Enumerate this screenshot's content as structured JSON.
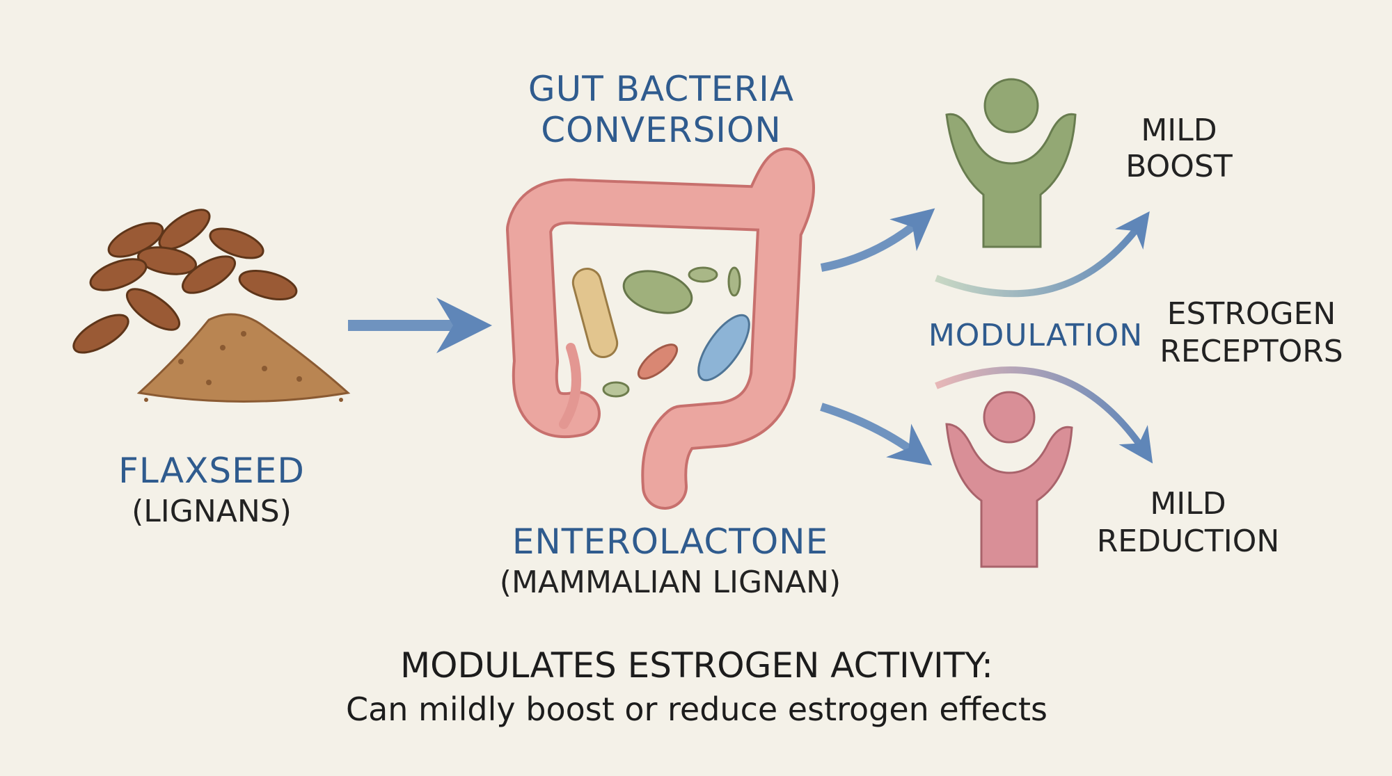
{
  "labels": {
    "gut_title": [
      "GUT BACTERIA",
      "CONVERSION"
    ],
    "flaxseed": "FLAXSEED",
    "flaxseed_sub": "(LIGNANS)",
    "enterolactone": "ENTEROLACTONE",
    "enterolactone_sub": "(MAMMALIAN LIGNAN)",
    "mild_boost": [
      "MILD",
      "BOOST"
    ],
    "modulation": "MODULATION",
    "estrogen_receptors": [
      "ESTROGEN",
      "RECEPTORS"
    ],
    "mild_reduction": [
      "MILD",
      "REDUCTION"
    ]
  },
  "footer": {
    "title": "MODULATES ESTROGEN ACTIVITY:",
    "subtitle": "Can mildly boost or reduce estrogen effects"
  },
  "colors": {
    "background": "#f4f1e8",
    "label_blue": "#2f5b8e",
    "arrow_blue": "#6f93bf",
    "colon_pink": "#e9a09a",
    "receptor_green": "#93a874",
    "receptor_pink": "#d98f97",
    "seed_brown": "#9a5a35"
  }
}
